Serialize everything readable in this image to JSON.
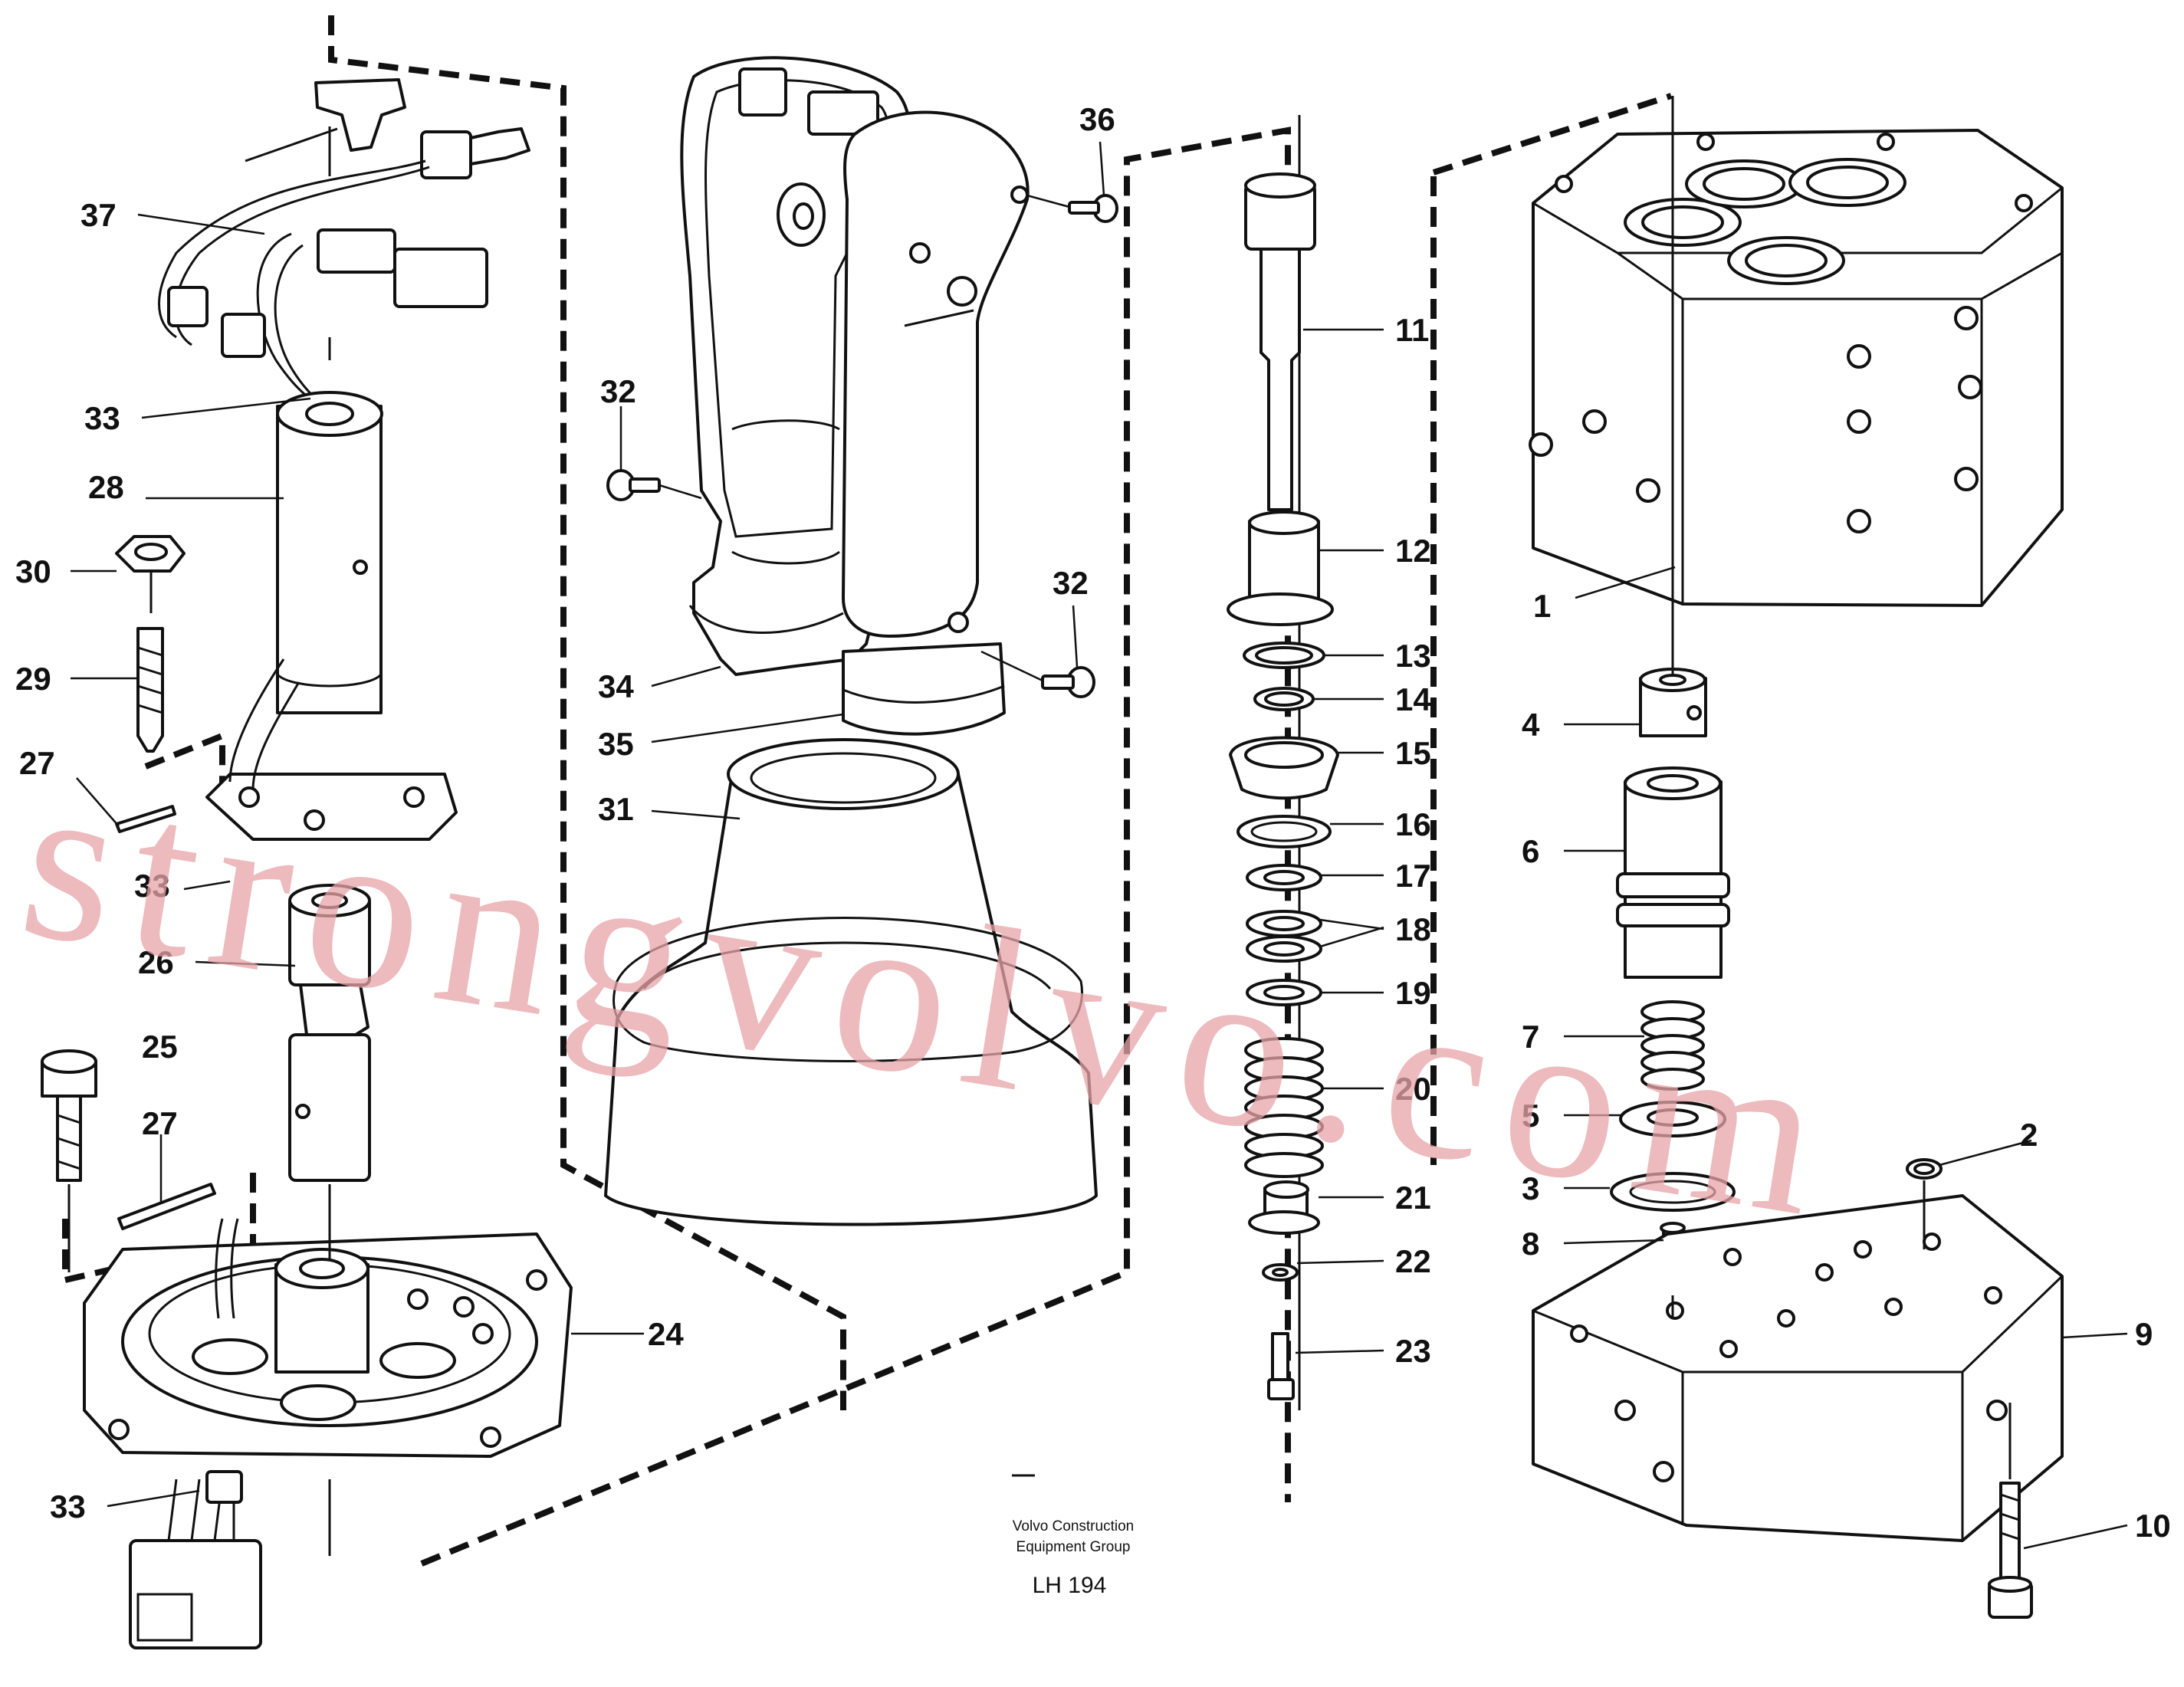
{
  "caption": {
    "line1": "Volvo Construction",
    "line2": "Equipment Group",
    "code": "LH 194"
  },
  "watermark": "strongvolvo.com",
  "callouts": [
    {
      "id": "37",
      "text": "37"
    },
    {
      "id": "33a",
      "text": "33"
    },
    {
      "id": "28",
      "text": "28"
    },
    {
      "id": "30",
      "text": "30"
    },
    {
      "id": "29",
      "text": "29"
    },
    {
      "id": "27a",
      "text": "27"
    },
    {
      "id": "33b",
      "text": "33"
    },
    {
      "id": "26",
      "text": "26"
    },
    {
      "id": "25",
      "text": "25"
    },
    {
      "id": "27b",
      "text": "27"
    },
    {
      "id": "24",
      "text": "24"
    },
    {
      "id": "33c",
      "text": "33"
    },
    {
      "id": "32a",
      "text": "32"
    },
    {
      "id": "32b",
      "text": "32"
    },
    {
      "id": "36",
      "text": "36"
    },
    {
      "id": "34",
      "text": "34"
    },
    {
      "id": "35",
      "text": "35"
    },
    {
      "id": "31",
      "text": "31"
    },
    {
      "id": "11",
      "text": "11"
    },
    {
      "id": "12",
      "text": "12"
    },
    {
      "id": "13",
      "text": "13"
    },
    {
      "id": "14",
      "text": "14"
    },
    {
      "id": "15",
      "text": "15"
    },
    {
      "id": "16",
      "text": "16"
    },
    {
      "id": "17",
      "text": "17"
    },
    {
      "id": "18",
      "text": "18"
    },
    {
      "id": "19",
      "text": "19"
    },
    {
      "id": "20",
      "text": "20"
    },
    {
      "id": "21",
      "text": "21"
    },
    {
      "id": "22",
      "text": "22"
    },
    {
      "id": "23",
      "text": "23"
    },
    {
      "id": "1",
      "text": "1"
    },
    {
      "id": "4",
      "text": "4"
    },
    {
      "id": "6",
      "text": "6"
    },
    {
      "id": "7",
      "text": "7"
    },
    {
      "id": "5",
      "text": "5"
    },
    {
      "id": "3",
      "text": "3"
    },
    {
      "id": "2",
      "text": "2"
    },
    {
      "id": "8",
      "text": "8"
    },
    {
      "id": "9",
      "text": "9"
    },
    {
      "id": "10",
      "text": "10"
    }
  ]
}
